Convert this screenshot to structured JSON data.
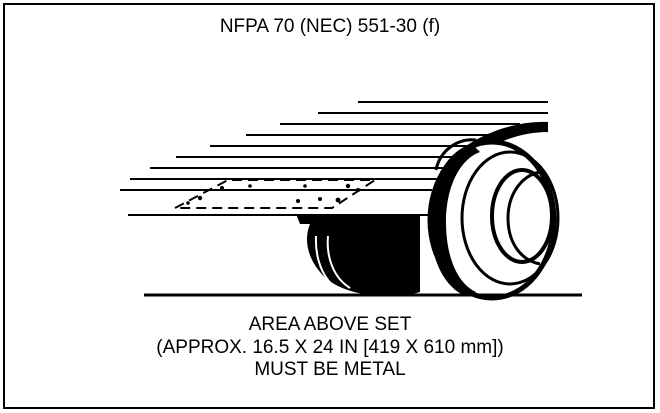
{
  "header": {
    "title": "NFPA 70 (NEC) 551-30 (f)"
  },
  "caption": {
    "line1": "AREA ABOVE SET",
    "line2": "(APPROX. 16.5 X 24 IN [419 X 610 mm])",
    "line3": "MUST BE METAL"
  },
  "colors": {
    "ink": "#000000",
    "paper": "#ffffff"
  }
}
